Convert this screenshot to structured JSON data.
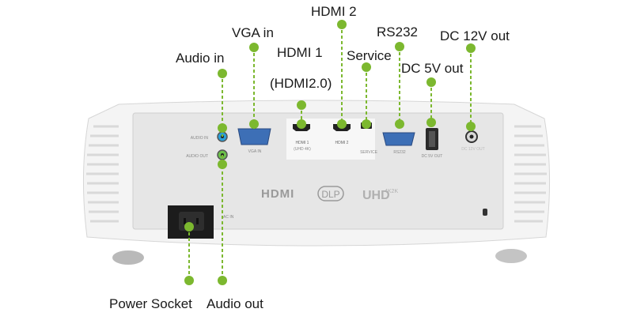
{
  "callouts": {
    "audio_in": "Audio in",
    "vga_in": "VGA in",
    "hdmi1": "HDMI 1",
    "hdmi1_sub": "(HDMI2.0)",
    "hdmi2": "HDMI 2",
    "service": "Service",
    "rs232": "RS232",
    "dc5v": "DC 5V out",
    "dc12v": "DC 12V out",
    "power_socket": "Power Socket",
    "audio_out": "Audio out"
  },
  "panel_labels": {
    "audio_in": "AUDIO IN",
    "audio_out": "AUDIO OUT",
    "vga_in": "VGA IN",
    "hdmi1": "HDMI 1",
    "hdmi1_uhd": "(UHD 4K)",
    "hdmi2": "HDMI 2",
    "service": "SERVICE",
    "rs232": "RS232",
    "dc5v": "DC 5V OUT",
    "dc12v": "DC 12V OUT",
    "ac_in": "AC IN"
  },
  "logos": {
    "hdmi": "HDMI",
    "dlp": "DLP",
    "uhd": "UHD",
    "uhd_res": "4K2K"
  },
  "colors": {
    "leader": "#7cb82f",
    "body": "#f2f2f2",
    "panel": "#e4e4e4",
    "text": "#1a1a1a"
  }
}
